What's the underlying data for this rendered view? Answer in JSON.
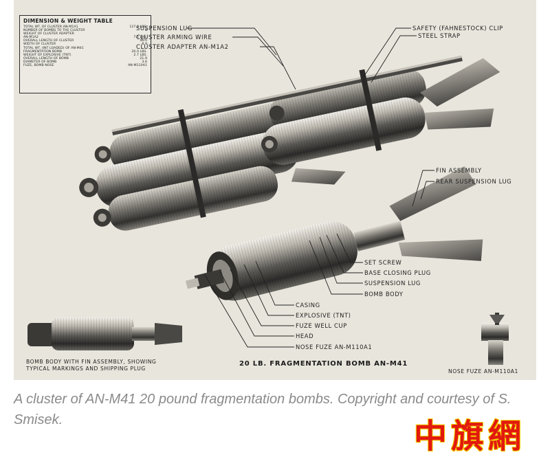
{
  "figure": {
    "dimension_table": {
      "title": "DIMENSION & WEIGHT TABLE",
      "rows": [
        {
          "label": "TOTAL WT. OF CLUSTER AN-M1A1",
          "value": "127.5 LBS."
        },
        {
          "label": "NUMBER OF BOMBS TO THE CLUSTER",
          "value": "6"
        },
        {
          "label": "WEIGHT OF CLUSTER ADAPTER",
          "value": ""
        },
        {
          "label": "AN-M1A2",
          "value": "7.5 LBS."
        },
        {
          "label": "OVERALL LENGTH OF CLUSTER",
          "value": "46¼"
        },
        {
          "label": "WIDTH OF CLUSTER",
          "value": "8.9"
        },
        {
          "label": "TOTAL WT. (INT LOADED) OF AN-M41",
          "value": ""
        },
        {
          "label": "FRAGMENTATION BOMB",
          "value": "20.0 LBS."
        },
        {
          "label": "WEIGHT OF EXPLOSIVE (TNT)",
          "value": "2.7 LBS."
        },
        {
          "label": "OVERALL LENGTH OF BOMB",
          "value": "21.9"
        },
        {
          "label": "DIAMETER OF BOMB",
          "value": "3.6"
        },
        {
          "label": "FUZE, BOMB NOSE",
          "value": "AN-M110A1"
        }
      ]
    },
    "labels": {
      "suspension_lug": "SUSPENSION LUG",
      "cluster_arming_wire": "CLUSTER ARMING WIRE",
      "cluster_adapter": "CLUSTER ADAPTER AN-M1A2",
      "safety_clip": "SAFETY (FAHNESTOCK) CLIP",
      "steel_strap": "STEEL STRAP",
      "fin_assembly": "FIN ASSEMBLY",
      "rear_suspension_lug": "REAR SUSPENSION LUG",
      "set_screw": "SET SCREW",
      "base_closing_plug": "BASE CLOSING PLUG",
      "suspension_lug_2": "SUSPENSION LUG",
      "bomb_body": "BOMB BODY",
      "casing": "CASING",
      "explosive": "EXPLOSIVE (TNT)",
      "fuze_well_cup": "FUZE WELL CUP",
      "head": "HEAD",
      "nose_fuze": "NOSE FUZE AN-M110A1",
      "bomb_body_caption_1": "BOMB BODY WITH FIN ASSEMBLY, SHOWING",
      "bomb_body_caption_2": "TYPICAL MARKINGS AND SHIPPING PLUG",
      "diagram_title": "20 LB. FRAGMENTATION BOMB AN-M41",
      "nose_fuze_caption": "NOSE FUZE AN-M110A1"
    }
  },
  "caption": "A cluster of AN-M41 20 pound fragmentation bombs. Copyright and courtesy of S. Smisek.",
  "watermark": "中旗網",
  "colors": {
    "paper": "#e8e5dc",
    "ink": "#1e1e1e",
    "metal_dark": "#3a3a3a",
    "metal_light": "#c9c6bd",
    "caption": "#8a8a8a",
    "watermark": "#e2190f"
  }
}
